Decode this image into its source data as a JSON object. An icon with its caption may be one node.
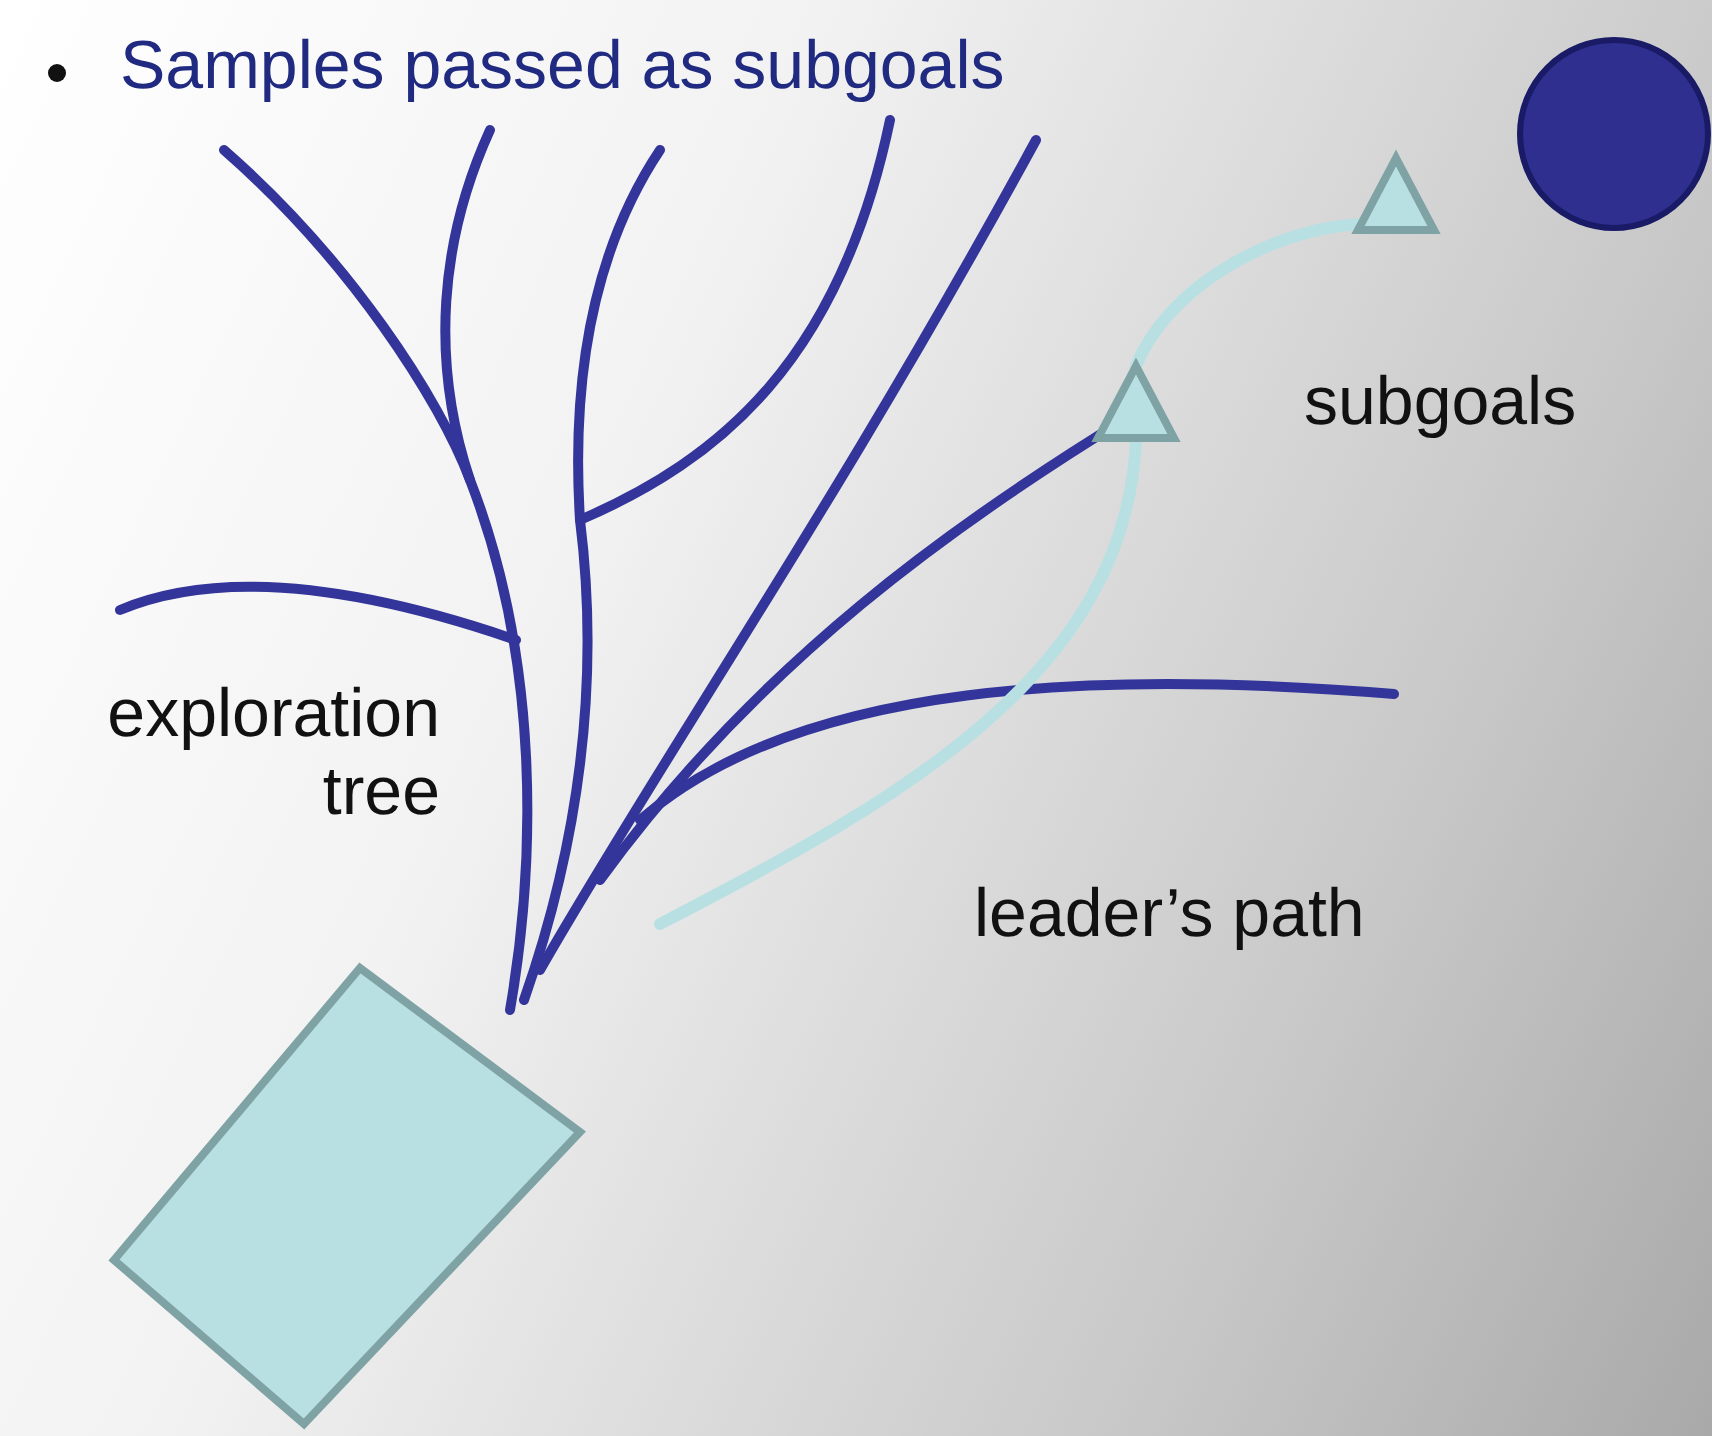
{
  "diagram": {
    "nodes": [
      {
        "text": [],
        "shape": "box"
      },
      {
        "text": [],
        "shape": "triangle"
      },
      {
        "text": [],
        "shape": "triangle"
      },
      {
        "text": [],
        "shape": "circle"
      }
    ],
    "edges": [
      {
        "from": null,
        "to": 1,
        "arrow": "none"
      },
      {
        "from": 1,
        "to": 2,
        "arrow": "none"
      }
    ],
    "labels": [
      "Samples passed as subgoals",
      "exploration tree",
      "subgoals",
      "leader’s path"
    ]
  }
}
